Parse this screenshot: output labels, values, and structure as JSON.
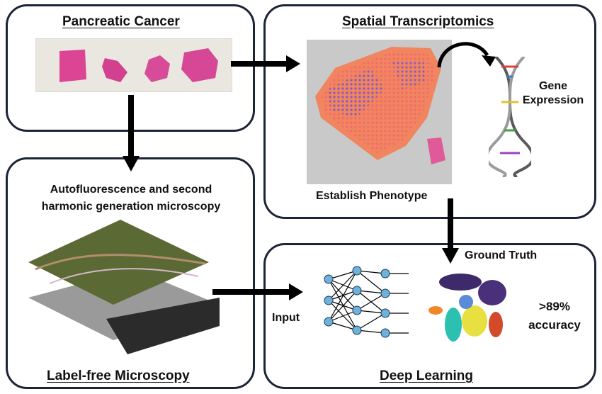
{
  "panels": {
    "pancreatic_cancer": {
      "title": "Pancreatic Cancer"
    },
    "spatial_transcriptomics": {
      "title": "Spatial Transcriptomics",
      "gene_expression": "Gene Expression",
      "establish_phenotype": "Establish Phenotype"
    },
    "label_free_microscopy": {
      "title": "Label-free Microscopy",
      "description": "Autofluorescence and second harmonic generation microscopy"
    },
    "deep_learning": {
      "title": "Deep Learning",
      "input": "Input",
      "ground_truth": "Ground Truth",
      "accuracy": ">89% accuracy"
    }
  },
  "colors": {
    "panel_border": "#1c2535",
    "arrow": "#000000",
    "tissue_pink": "#d9338c",
    "node_blue": "#6fb1d9"
  }
}
